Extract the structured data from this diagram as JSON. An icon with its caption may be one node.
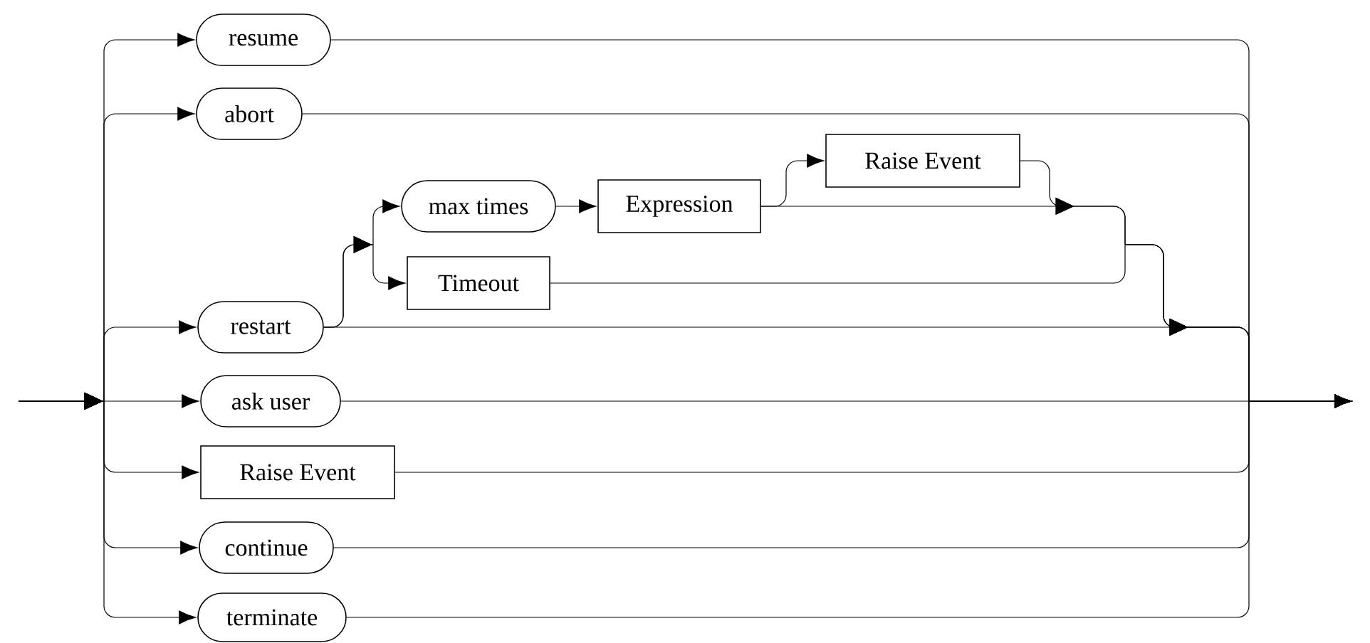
{
  "diagram": {
    "nodes": [
      {
        "text": [
          "resume"
        ]
      },
      {
        "text": [
          "abort"
        ]
      },
      {
        "text": [
          "Raise Event"
        ]
      },
      {
        "text": [
          "max times"
        ]
      },
      {
        "text": [
          "Expression"
        ]
      },
      {
        "text": [
          "Timeout"
        ]
      },
      {
        "text": [
          "restart"
        ]
      },
      {
        "text": [
          "ask user"
        ]
      },
      {
        "text": [
          "Raise Event"
        ]
      },
      {
        "text": [
          "continue"
        ]
      },
      {
        "text": [
          "terminate"
        ]
      }
    ],
    "edges": [
      {
        "from": null,
        "to": 0,
        "arrow": "to"
      },
      {
        "from": null,
        "to": 1,
        "arrow": "to"
      },
      {
        "from": null,
        "to": 6,
        "arrow": "to"
      },
      {
        "from": null,
        "to": 7,
        "arrow": "to"
      },
      {
        "from": null,
        "to": 8,
        "arrow": "to"
      },
      {
        "from": null,
        "to": 9,
        "arrow": "to"
      },
      {
        "from": null,
        "to": 10,
        "arrow": "to"
      },
      {
        "from": 6,
        "to": 3,
        "arrow": "to"
      },
      {
        "from": 6,
        "to": 5,
        "arrow": "to"
      },
      {
        "from": 3,
        "to": 4,
        "arrow": "to"
      },
      {
        "from": 4,
        "to": 2,
        "arrow": "to"
      },
      {
        "from": 2,
        "to": null,
        "arrow": "to"
      },
      {
        "from": 4,
        "to": null,
        "arrow": "to"
      },
      {
        "from": 5,
        "to": null,
        "arrow": "to"
      },
      {
        "from": 6,
        "to": null,
        "arrow": "to"
      },
      {
        "from": 0,
        "to": null,
        "arrow": "to"
      },
      {
        "from": 1,
        "to": null,
        "arrow": "to"
      },
      {
        "from": 7,
        "to": null,
        "arrow": "to"
      },
      {
        "from": 8,
        "to": null,
        "arrow": "to"
      },
      {
        "from": 9,
        "to": null,
        "arrow": "to"
      },
      {
        "from": 10,
        "to": null,
        "arrow": "to"
      }
    ]
  }
}
